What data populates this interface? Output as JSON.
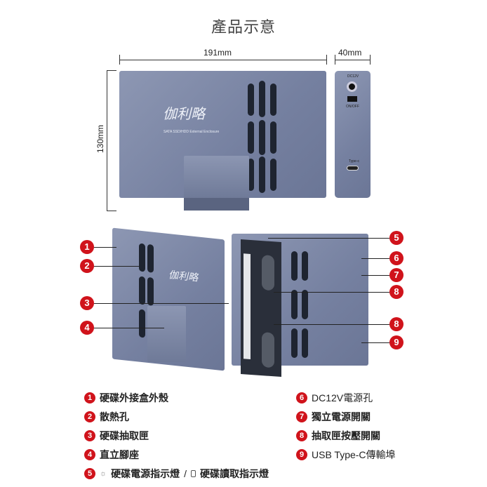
{
  "title": "產品示意",
  "dimensions": {
    "width": "191mm",
    "depth": "40mm",
    "height": "130mm"
  },
  "product": {
    "brand_logo": "伽利略",
    "subtitle": "SATA SSD/HDD External Enclosure",
    "port_labels": {
      "dc": "DC12V",
      "switch": "ON/OFF",
      "usb": "Type-c"
    }
  },
  "callouts": [
    "1",
    "2",
    "3",
    "4",
    "5",
    "6",
    "7",
    "8",
    "8",
    "9"
  ],
  "legend": [
    {
      "num": "1",
      "label": "硬碟外接盒外殼"
    },
    {
      "num": "2",
      "label": "散熱孔"
    },
    {
      "num": "3",
      "label": "硬碟抽取匣"
    },
    {
      "num": "4",
      "label": "直立腳座"
    },
    {
      "num": "5",
      "label": "硬碟電源指示燈",
      "sep": "/",
      "label2": "硬碟讀取指示燈"
    },
    {
      "num": "6",
      "label": "DC12V電源孔"
    },
    {
      "num": "7",
      "label": "獨立電源開關"
    },
    {
      "num": "8",
      "label": "抽取匣按壓開關"
    },
    {
      "num": "9",
      "label": "USB Type-C傳輸埠"
    }
  ],
  "colors": {
    "accent": "#d0131b",
    "body": "#7f8aa8"
  }
}
